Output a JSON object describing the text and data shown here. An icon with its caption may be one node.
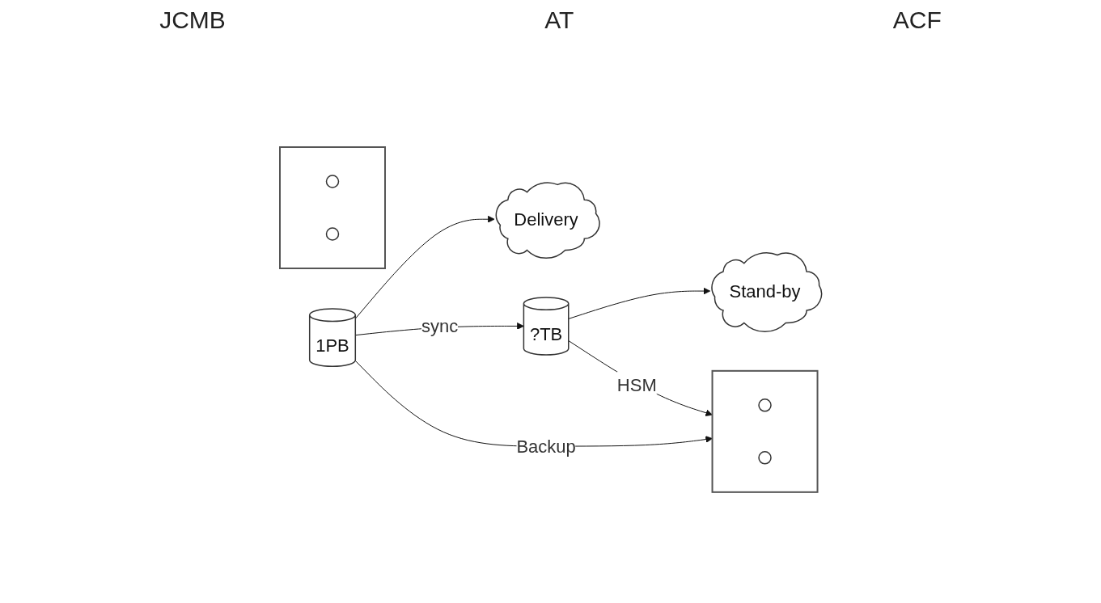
{
  "diagram": {
    "nodes": [
      {
        "text": [
          "Delivery"
        ]
      },
      {
        "text": [
          "1PB"
        ]
      },
      {
        "text": [
          "Stand-by"
        ]
      },
      {
        "text": [
          "?TB"
        ]
      },
      {
        "text": [],
        "shape": "box"
      },
      {
        "text": [],
        "shape": "circle",
        "in": 4
      },
      {
        "text": [],
        "shape": "circle",
        "in": 4
      },
      {
        "text": [],
        "shape": "box"
      },
      {
        "text": [],
        "shape": "circle",
        "in": 7
      },
      {
        "text": [],
        "shape": "circle",
        "in": 7
      }
    ],
    "edges": [
      {
        "from": 1,
        "to": 0,
        "arrow": "to"
      },
      {
        "from": 3,
        "to": 2,
        "arrow": "to"
      },
      {
        "from": 1,
        "to": 3,
        "arrow": "to",
        "label": "sync"
      },
      {
        "from": 3,
        "to": 7,
        "arrow": "to",
        "label": "HSM"
      },
      {
        "from": 1,
        "to": 7,
        "arrow": "to",
        "label": "Backup"
      }
    ],
    "labels": [
      "JCMB",
      "AT",
      "ACF"
    ]
  }
}
